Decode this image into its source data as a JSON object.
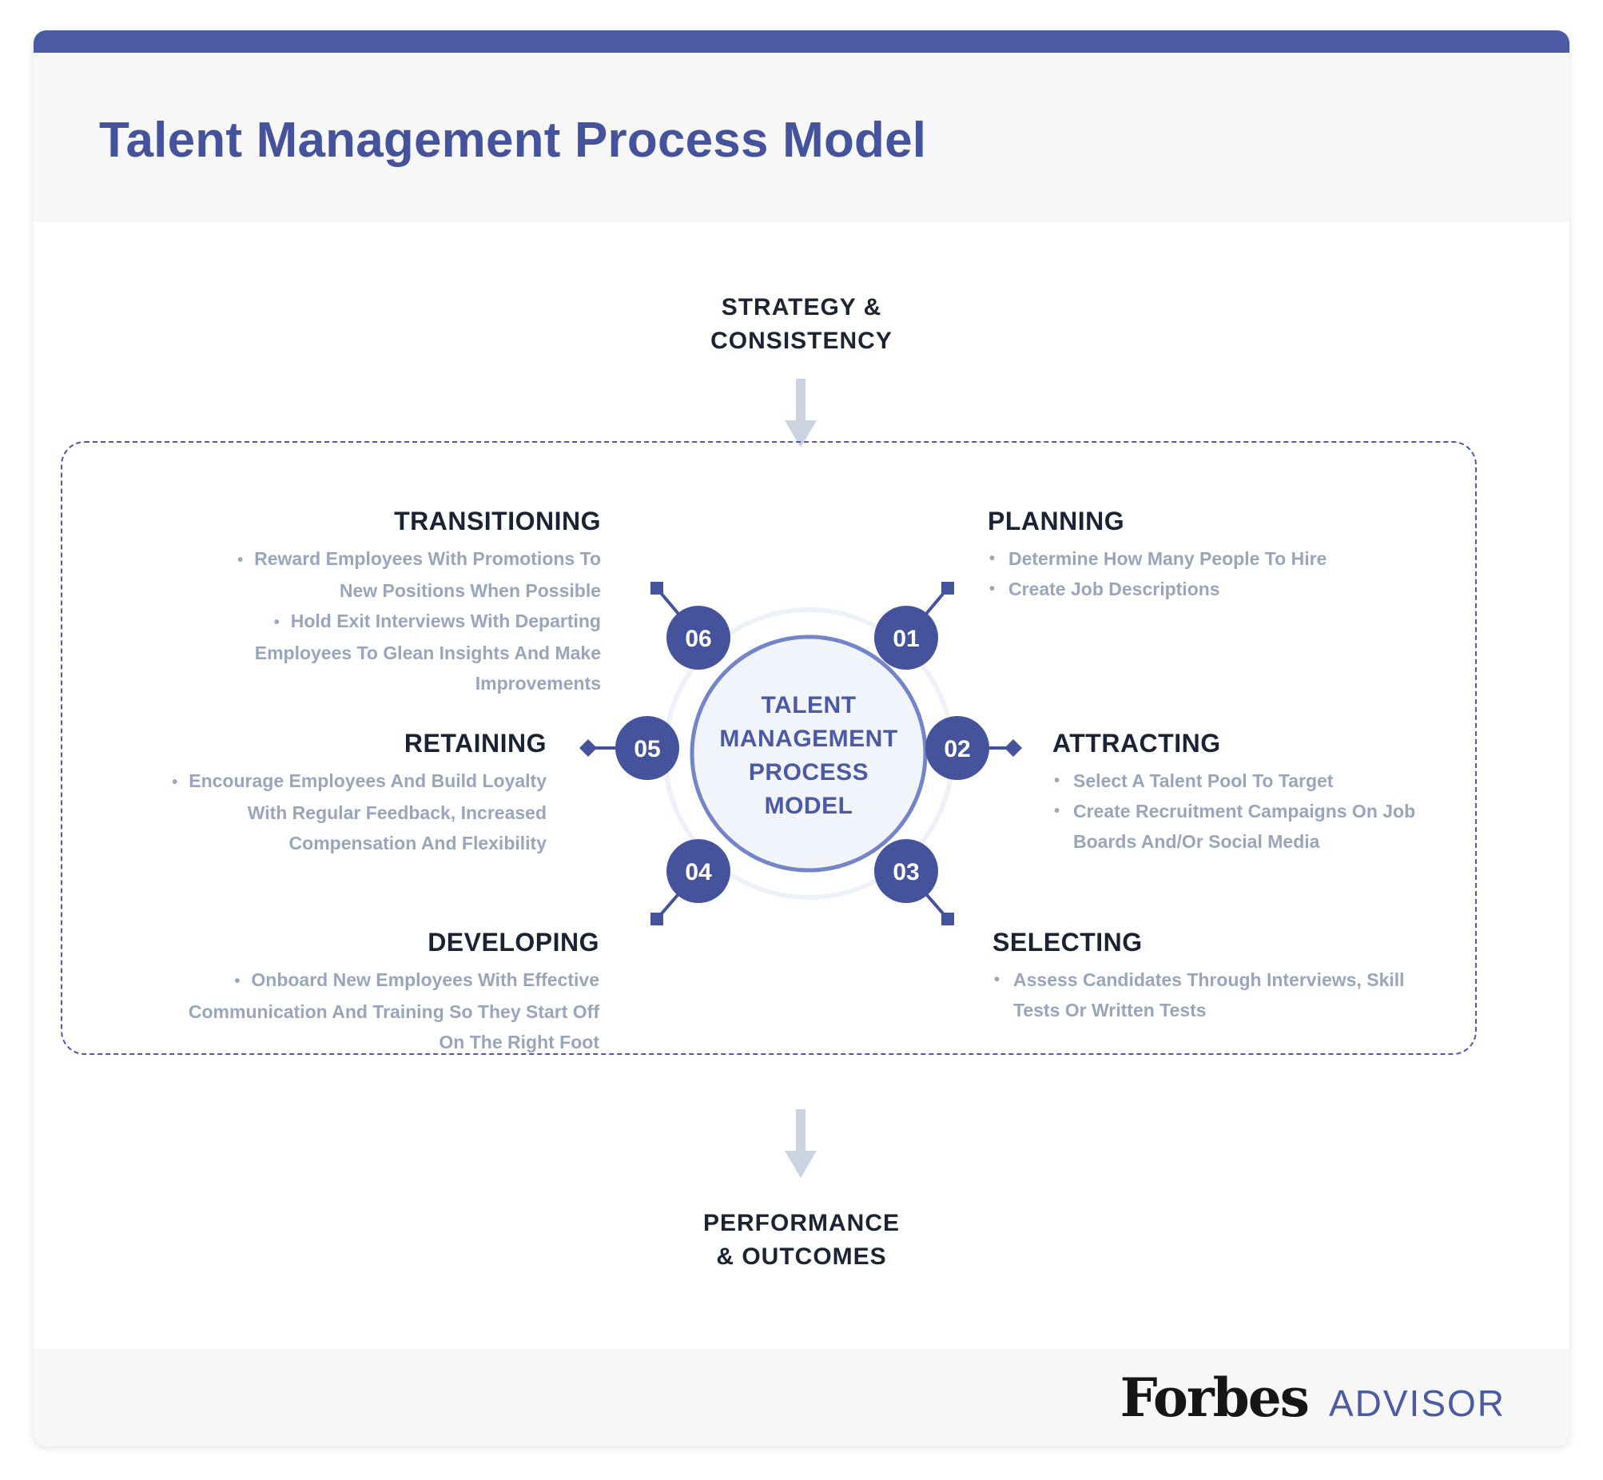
{
  "title": "Talent Management Process Model",
  "top_label": [
    "STRATEGY &",
    "CONSISTENCY"
  ],
  "bottom_label": [
    "PERFORMANCE",
    "& OUTCOMES"
  ],
  "center": [
    "TALENT",
    "MANAGEMENT",
    "PROCESS",
    "MODEL"
  ],
  "nodes": [
    "01",
    "02",
    "03",
    "04",
    "05",
    "06"
  ],
  "stages": {
    "planning": {
      "title": "PLANNING",
      "items": [
        "Determine How Many People To Hire",
        "Create Job Descriptions"
      ]
    },
    "attracting": {
      "title": "ATTRACTING",
      "items": [
        "Select A Talent Pool To Target",
        "Create Recruitment Campaigns On Job Boards And/Or Social Media"
      ]
    },
    "selecting": {
      "title": "SELECTING",
      "items": [
        "Assess Candidates Through Interviews, Skill Tests Or Written Tests"
      ]
    },
    "developing": {
      "title": "DEVELOPING",
      "items": [
        "Onboard New Employees With Effective Communication And Training So They Start Off On The Right Foot"
      ]
    },
    "retaining": {
      "title": "RETAINING",
      "items": [
        "Encourage Employees And Build Loyalty With Regular Feedback, Increased Compensation And Flexibility"
      ]
    },
    "transitioning": {
      "title": "TRANSITIONING",
      "items": [
        "Reward Employees With Promotions To New Positions When Possible",
        "Hold Exit Interviews With Departing Employees To Glean Insights And Make Improvements"
      ]
    }
  },
  "logo": {
    "brand": "Forbes",
    "product": "ADVISOR"
  },
  "colors": {
    "accent": "#4b5aa3",
    "node": "#45539d",
    "ring": "#7384c8",
    "center_fill": "#f1f4fb",
    "arrow": "#cbd3e0",
    "heading": "#1a2233",
    "bullet_text": "#9aa4bc",
    "panel": "#f7f7f7"
  }
}
